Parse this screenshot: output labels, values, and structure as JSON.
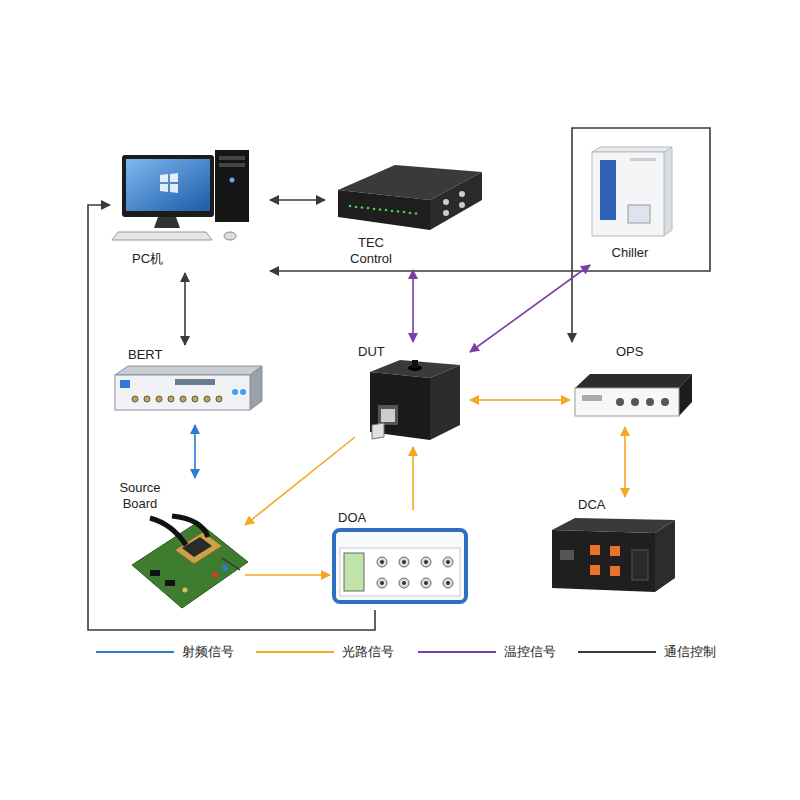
{
  "diagram": {
    "nodes": [
      {
        "text": [
          "PC机"
        ]
      },
      {
        "text": [
          "TEC Control"
        ]
      },
      {
        "text": [
          "Chiller"
        ]
      },
      {
        "text": [
          "BERT"
        ]
      },
      {
        "text": [
          "DUT"
        ]
      },
      {
        "text": [
          "OPS"
        ]
      },
      {
        "text": [
          "Source Board"
        ]
      },
      {
        "text": [
          "DOA"
        ]
      },
      {
        "text": [
          "DCA"
        ]
      }
    ],
    "edges": [
      {
        "from": 0,
        "to": 1,
        "arrow": "both"
      },
      {
        "from": 0,
        "to": 3,
        "arrow": "both"
      },
      {
        "from": 5,
        "to": 0,
        "arrow": "both"
      },
      {
        "from": 1,
        "to": 4,
        "arrow": "both"
      },
      {
        "from": 2,
        "to": 4,
        "arrow": "both"
      },
      {
        "from": 4,
        "to": 5,
        "arrow": "both"
      },
      {
        "from": 3,
        "to": 6,
        "arrow": "both"
      },
      {
        "from": 4,
        "to": 6,
        "arrow": "to"
      },
      {
        "from": 5,
        "to": 8,
        "arrow": "both"
      },
      {
        "from": 6,
        "to": 7,
        "arrow": "to"
      },
      {
        "from": 7,
        "to": 4,
        "arrow": "to"
      },
      {
        "from": 7,
        "to": 0,
        "arrow": "to"
      }
    ],
    "legend": [
      {
        "text": "射频信号",
        "color": "#2f7ad6"
      },
      {
        "text": "光路信号",
        "color": "#f5a623"
      },
      {
        "text": "温控信号",
        "color": "#7b3fa8"
      },
      {
        "text": "通信控制",
        "color": "#3a3a3a"
      }
    ]
  }
}
